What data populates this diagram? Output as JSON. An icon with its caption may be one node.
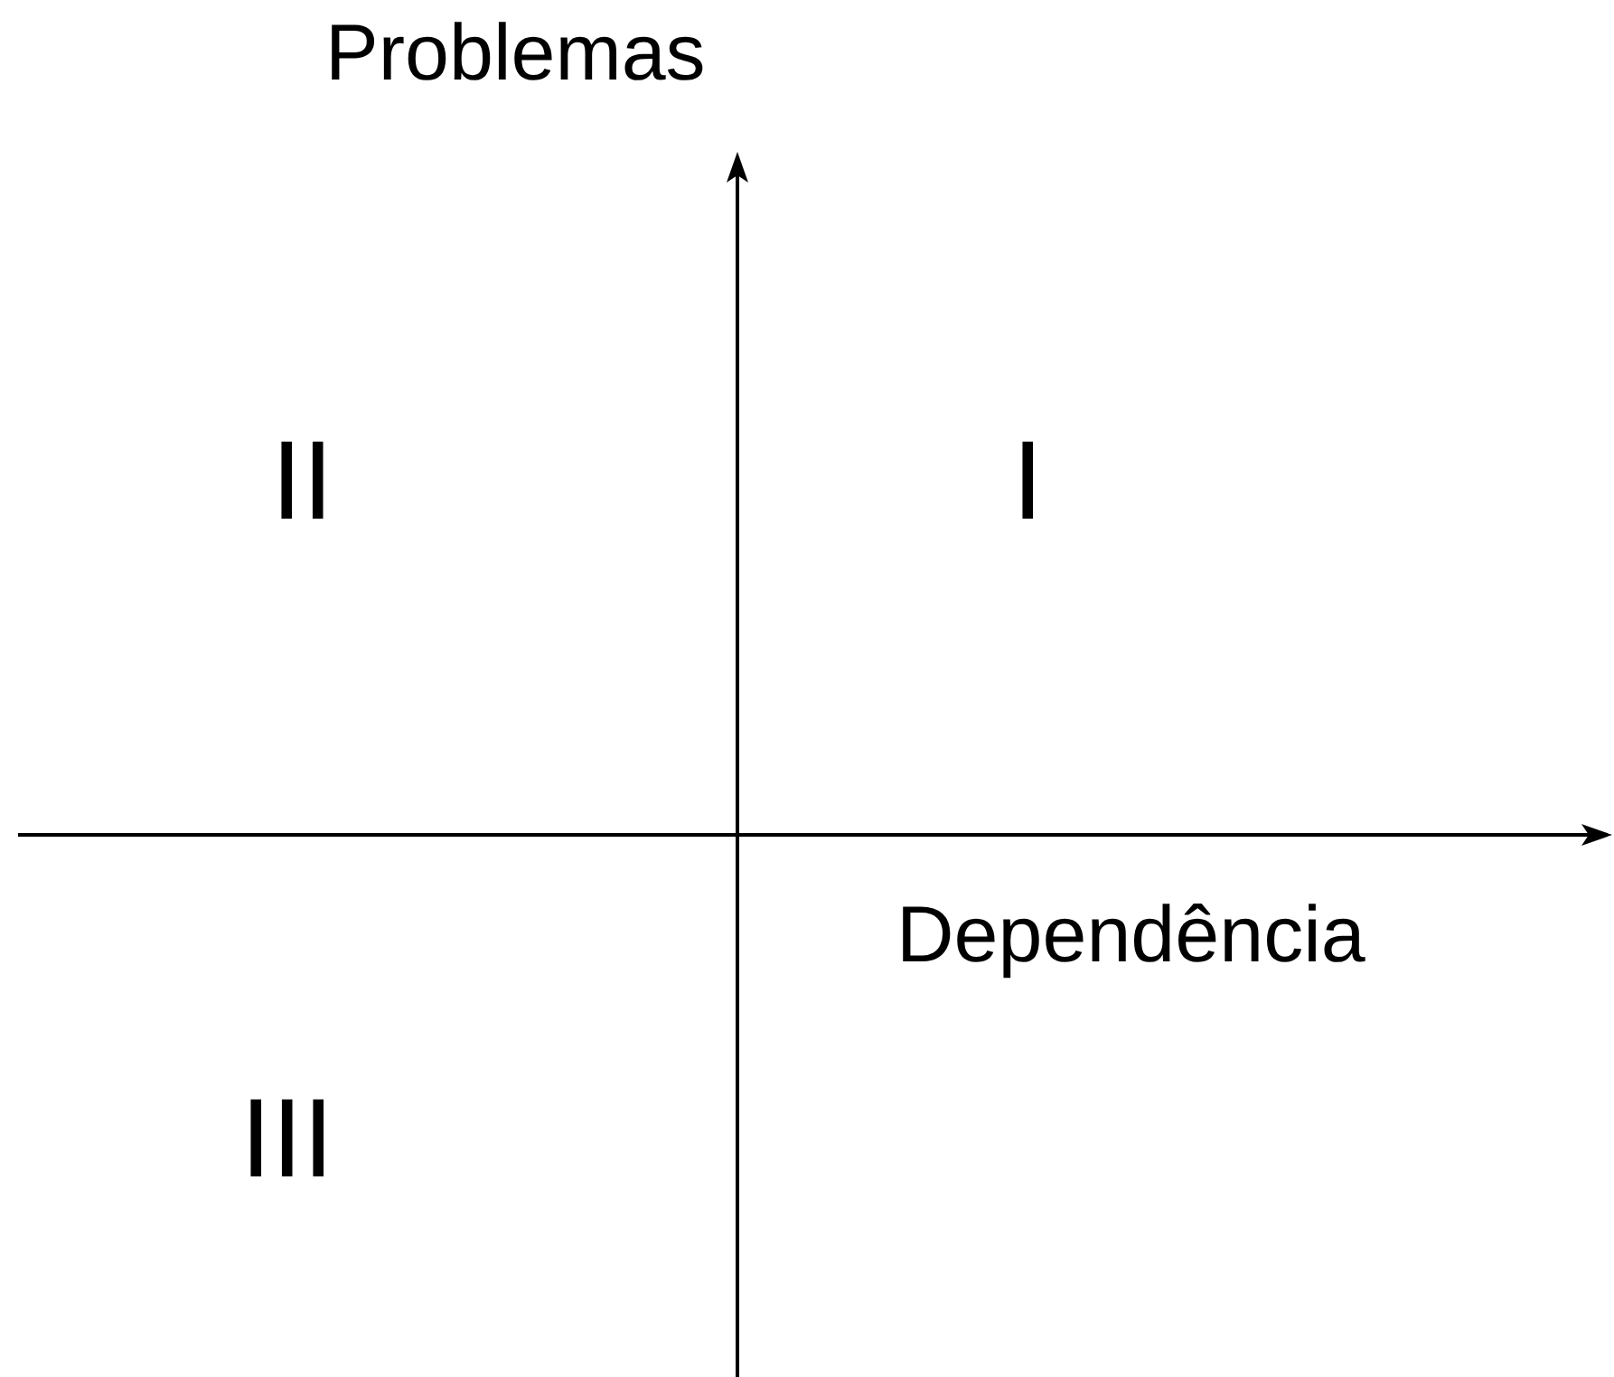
{
  "diagram": {
    "labels": [
      "Problemas",
      "II",
      "I",
      "Dependência",
      "III"
    ]
  }
}
